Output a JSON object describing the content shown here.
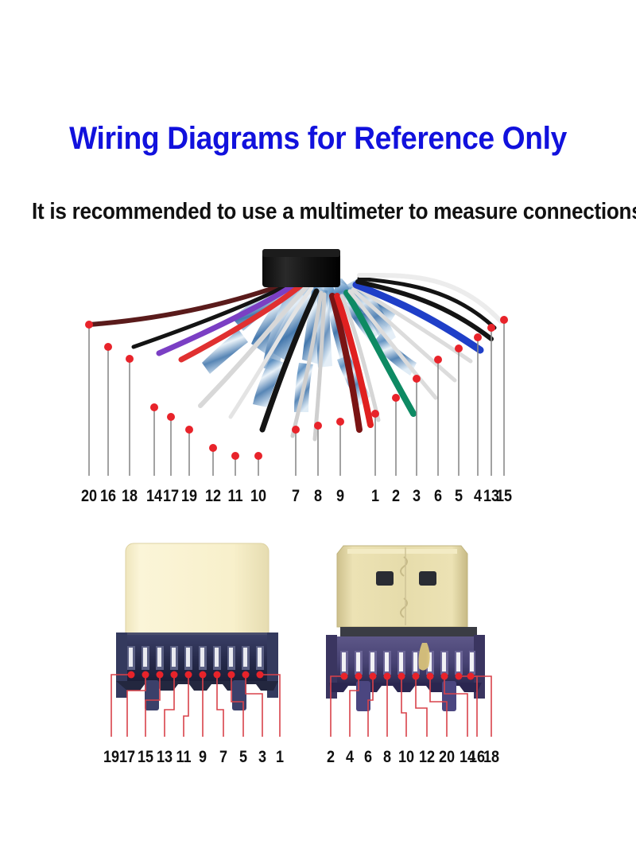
{
  "page": {
    "background_color": "#ffffff",
    "title": "Wiring Diagrams for Reference Only",
    "title_color": "#1111dd",
    "subtitle": "It is recommended to use a multimeter to measure connections",
    "subtitle_color": "#111111"
  },
  "colors": {
    "marker_dot": "#e8232a",
    "leader_line_gray": "#8a8a8a",
    "leader_line_red": "#d9424a",
    "cable_jacket": "#111111",
    "connector_shell_cream": "#f7efc8",
    "connector_shell_gold": "#e3d9a8",
    "connector_body_navy": "#2b2f52",
    "pcb_green": "#2f5a3a",
    "pin_purple": "#4a4470"
  },
  "wire_fan": {
    "name": "hdmi-cable-wire-fan",
    "cable_jacket_label": "black-cable-jacket",
    "pin_labels": [
      "20",
      "16",
      "18",
      "14",
      "17",
      "19",
      "12",
      "11",
      "10",
      "7",
      "8",
      "9",
      "1",
      "2",
      "3",
      "6",
      "5",
      "4",
      "13",
      "15"
    ],
    "wires": [
      {
        "pin": "20",
        "color": "#5a1b1b",
        "name": "dark-red-wire"
      },
      {
        "pin": "16",
        "color": "#141414",
        "name": "black-wire"
      },
      {
        "pin": "18",
        "color": "#7b3fc4",
        "name": "purple-wire"
      },
      {
        "pin": "14",
        "color": "#e03030",
        "name": "red-wire"
      },
      {
        "pin": "17",
        "color": "#dcdcdc",
        "name": "white-wire"
      },
      {
        "pin": "19",
        "color": "#e6e6e6",
        "name": "white-wire"
      },
      {
        "pin": "12",
        "color": "#141414",
        "name": "black-wire"
      },
      {
        "pin": "11",
        "color": "#cfcfcf",
        "name": "white-wire"
      },
      {
        "pin": "10",
        "color": "#cfcfcf",
        "name": "white-wire"
      },
      {
        "pin": "7",
        "color": "#7a1414",
        "name": "dark-red-wire"
      },
      {
        "pin": "8",
        "color": "#e02020",
        "name": "red-wire"
      },
      {
        "pin": "9",
        "color": "#cfcfcf",
        "name": "white-wire"
      },
      {
        "pin": "1",
        "color": "#0e8a63",
        "name": "green-wire"
      },
      {
        "pin": "2",
        "color": "#dcdcdc",
        "name": "white-wire"
      },
      {
        "pin": "3",
        "color": "#dcdcdc",
        "name": "white-wire"
      },
      {
        "pin": "6",
        "color": "#dcdcdc",
        "name": "white-wire"
      },
      {
        "pin": "5",
        "color": "#1f3fc8",
        "name": "blue-wire"
      },
      {
        "pin": "4",
        "color": "#141414",
        "name": "black-wire"
      },
      {
        "pin": "13",
        "color": "#141414",
        "name": "black-wire"
      },
      {
        "pin": "15",
        "color": "#e8e8e8",
        "name": "white-wire"
      }
    ]
  },
  "connectors": {
    "left": {
      "name": "hdmi-connector-odd-pins",
      "shell_type": "cream-housing",
      "pin_labels": [
        "19",
        "17",
        "15",
        "13",
        "11",
        "9",
        "7",
        "5",
        "3",
        "1"
      ],
      "pin_count": 10
    },
    "right": {
      "name": "hdmi-connector-even-pins",
      "shell_type": "gold-shell",
      "pin_labels": [
        "2",
        "4",
        "6",
        "8",
        "10",
        "12",
        "20",
        "14",
        "16",
        "18"
      ],
      "pin_count": 10
    }
  }
}
